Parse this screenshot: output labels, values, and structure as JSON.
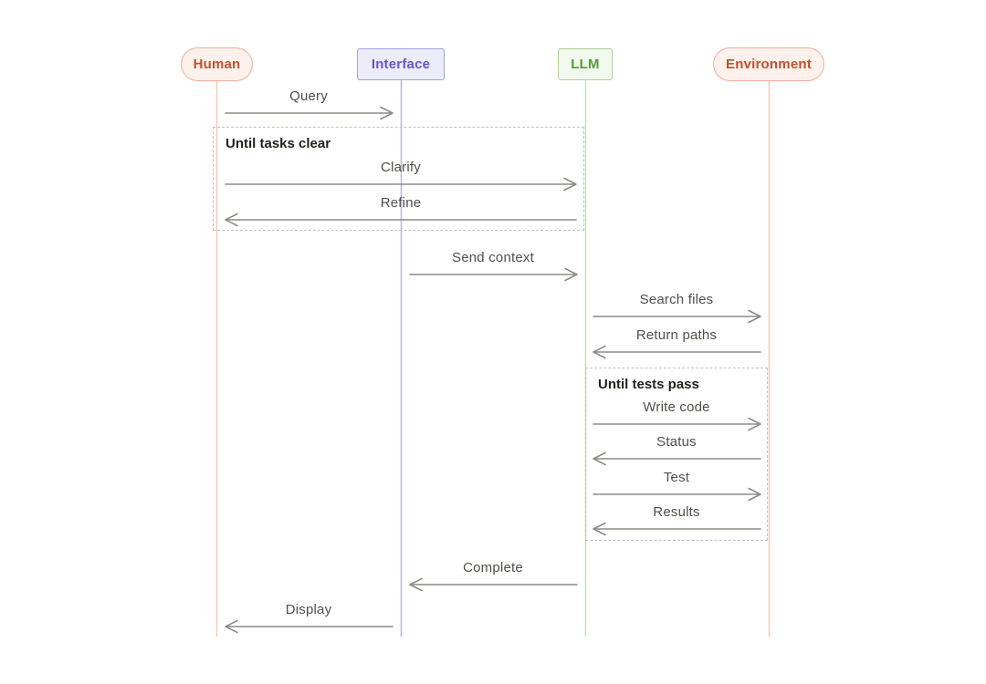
{
  "diagram": {
    "type": "sequence-diagram",
    "actors": [
      {
        "id": "human",
        "label": "Human",
        "shape": "pill"
      },
      {
        "id": "interface",
        "label": "Interface",
        "shape": "rect"
      },
      {
        "id": "llm",
        "label": "LLM",
        "shape": "rect"
      },
      {
        "id": "environment",
        "label": "Environment",
        "shape": "pill"
      }
    ],
    "loops": [
      {
        "id": "tasks",
        "title": "Until tasks clear",
        "spans": [
          "Human",
          "LLM"
        ]
      },
      {
        "id": "tests",
        "title": "Until tests pass",
        "spans": [
          "LLM",
          "Environment"
        ]
      }
    ],
    "messages": [
      {
        "label": "Query",
        "from": "Human",
        "to": "Interface"
      },
      {
        "label": "Clarify",
        "from": "Human",
        "to": "LLM"
      },
      {
        "label": "Refine",
        "from": "LLM",
        "to": "Human"
      },
      {
        "label": "Send context",
        "from": "Interface",
        "to": "LLM"
      },
      {
        "label": "Search files",
        "from": "LLM",
        "to": "Environment"
      },
      {
        "label": "Return paths",
        "from": "Environment",
        "to": "LLM"
      },
      {
        "label": "Write code",
        "from": "LLM",
        "to": "Environment"
      },
      {
        "label": "Status",
        "from": "Environment",
        "to": "LLM"
      },
      {
        "label": "Test",
        "from": "LLM",
        "to": "Environment"
      },
      {
        "label": "Results",
        "from": "Environment",
        "to": "LLM"
      },
      {
        "label": "Complete",
        "from": "LLM",
        "to": "Interface"
      },
      {
        "label": "Display",
        "from": "Interface",
        "to": "Human"
      }
    ],
    "colors": {
      "human_env_bg": "#fdf1ec",
      "human_env_border": "#f2ae9a",
      "human_env_text": "#c0512f",
      "human_env_lifeline": "#f7cab9",
      "interface_bg": "#edecfb",
      "interface_border": "#a79ee4",
      "interface_text": "#6458c8",
      "interface_lifeline": "#b9b0e8",
      "llm_bg": "#f1f8ed",
      "llm_border": "#abd297",
      "llm_text": "#579a3b",
      "llm_lifeline": "#c2e0b0",
      "arrow": "#8c8b85",
      "label_text": "#514f4a",
      "loop_border": "#c1c0ba",
      "loop_title": "#22211d"
    }
  }
}
